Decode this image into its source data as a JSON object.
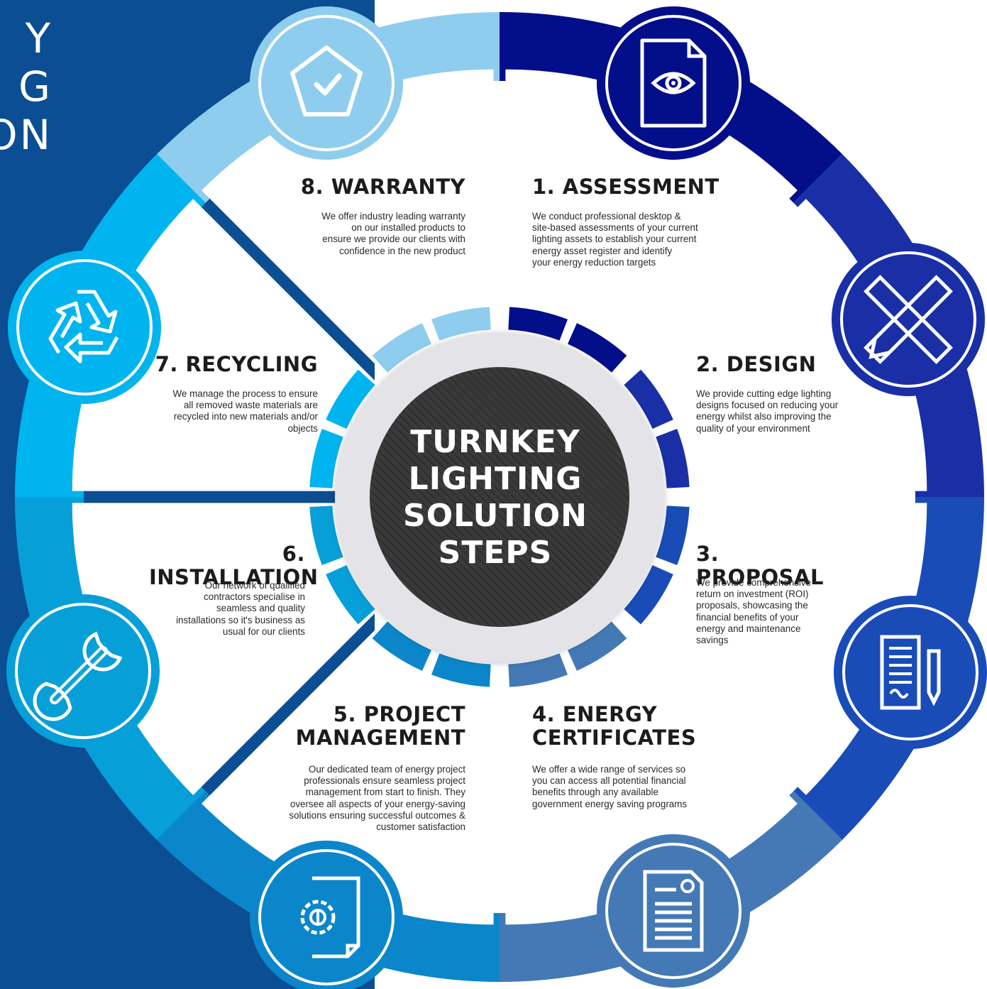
{
  "left_title": [
    "Y",
    "G",
    "ON"
  ],
  "center_title": [
    "TURNKEY",
    "LIGHTING",
    "SOLUTION",
    "STEPS"
  ],
  "colors": {
    "background_panel": "#0b4e93",
    "center_disc": "#3a3a3a",
    "center_ring": "#e4e4e8",
    "text": "#1c1c1c",
    "white": "#ffffff"
  },
  "steps": [
    {
      "number": "1",
      "title_lines": [
        "1. ASSESSMENT"
      ],
      "description_lines": [
        "We conduct professional desktop &",
        "site-based assessments of your current",
        "lighting assets to establish your current",
        "energy asset register and identify",
        "your energy reduction targets"
      ],
      "color": "#030e8a",
      "icon": "document-eye-icon"
    },
    {
      "number": "2",
      "title_lines": [
        "2. DESIGN"
      ],
      "description_lines": [
        "We provide cutting edge lighting",
        "designs focused on reducing your",
        "energy whilst also improving the",
        "quality of your environment"
      ],
      "color": "#1a2fa6",
      "icon": "pencil-ruler-icon"
    },
    {
      "number": "3",
      "title_lines": [
        "3. PROPOSAL"
      ],
      "description_lines": [
        "We provide comprehensive",
        "return on investment (ROI)",
        "proposals, showcasing the",
        "financial benefits of your",
        "energy and maintenance",
        "savings"
      ],
      "color": "#1a4cb8",
      "icon": "contract-pen-icon"
    },
    {
      "number": "4",
      "title_lines": [
        "4. ENERGY",
        "CERTIFICATES"
      ],
      "description_lines": [
        "We offer a wide range of services so",
        "you can access all potential financial",
        "benefits through any available",
        "government energy saving programs"
      ],
      "color": "#4479b5",
      "icon": "certificate-document-icon"
    },
    {
      "number": "5",
      "title_lines": [
        "5. PROJECT",
        "MANAGEMENT"
      ],
      "description_lines": [
        "Our dedicated team of energy project",
        "professionals ensure seamless project",
        "management from start to finish. They",
        "oversee all aspects of your energy-saving",
        "solutions ensuring successful outcomes &",
        "customer satisfaction"
      ],
      "color": "#0b86cb",
      "icon": "gear-document-icon"
    },
    {
      "number": "6",
      "title_lines": [
        "6. INSTALLATION"
      ],
      "description_lines": [
        "Our network of qualified",
        "contractors specialise in",
        "seamless and quality",
        "installations so it's business as",
        "usual for our clients"
      ],
      "color": "#079fd8",
      "icon": "wrench-icon"
    },
    {
      "number": "7",
      "title_lines": [
        "7. RECYCLING"
      ],
      "description_lines": [
        "We manage the process to ensure",
        "all removed waste materials are",
        "recycled into new materials and/or",
        "objects"
      ],
      "color": "#00b4ef",
      "icon": "recycle-icon"
    },
    {
      "number": "8",
      "title_lines": [
        "8. WARRANTY"
      ],
      "description_lines": [
        "We offer industry leading warranty",
        "on our installed products to",
        "ensure we provide our clients with",
        "confidence in the new product"
      ],
      "color": "#8fcdee",
      "icon": "warranty-badge-icon"
    }
  ]
}
